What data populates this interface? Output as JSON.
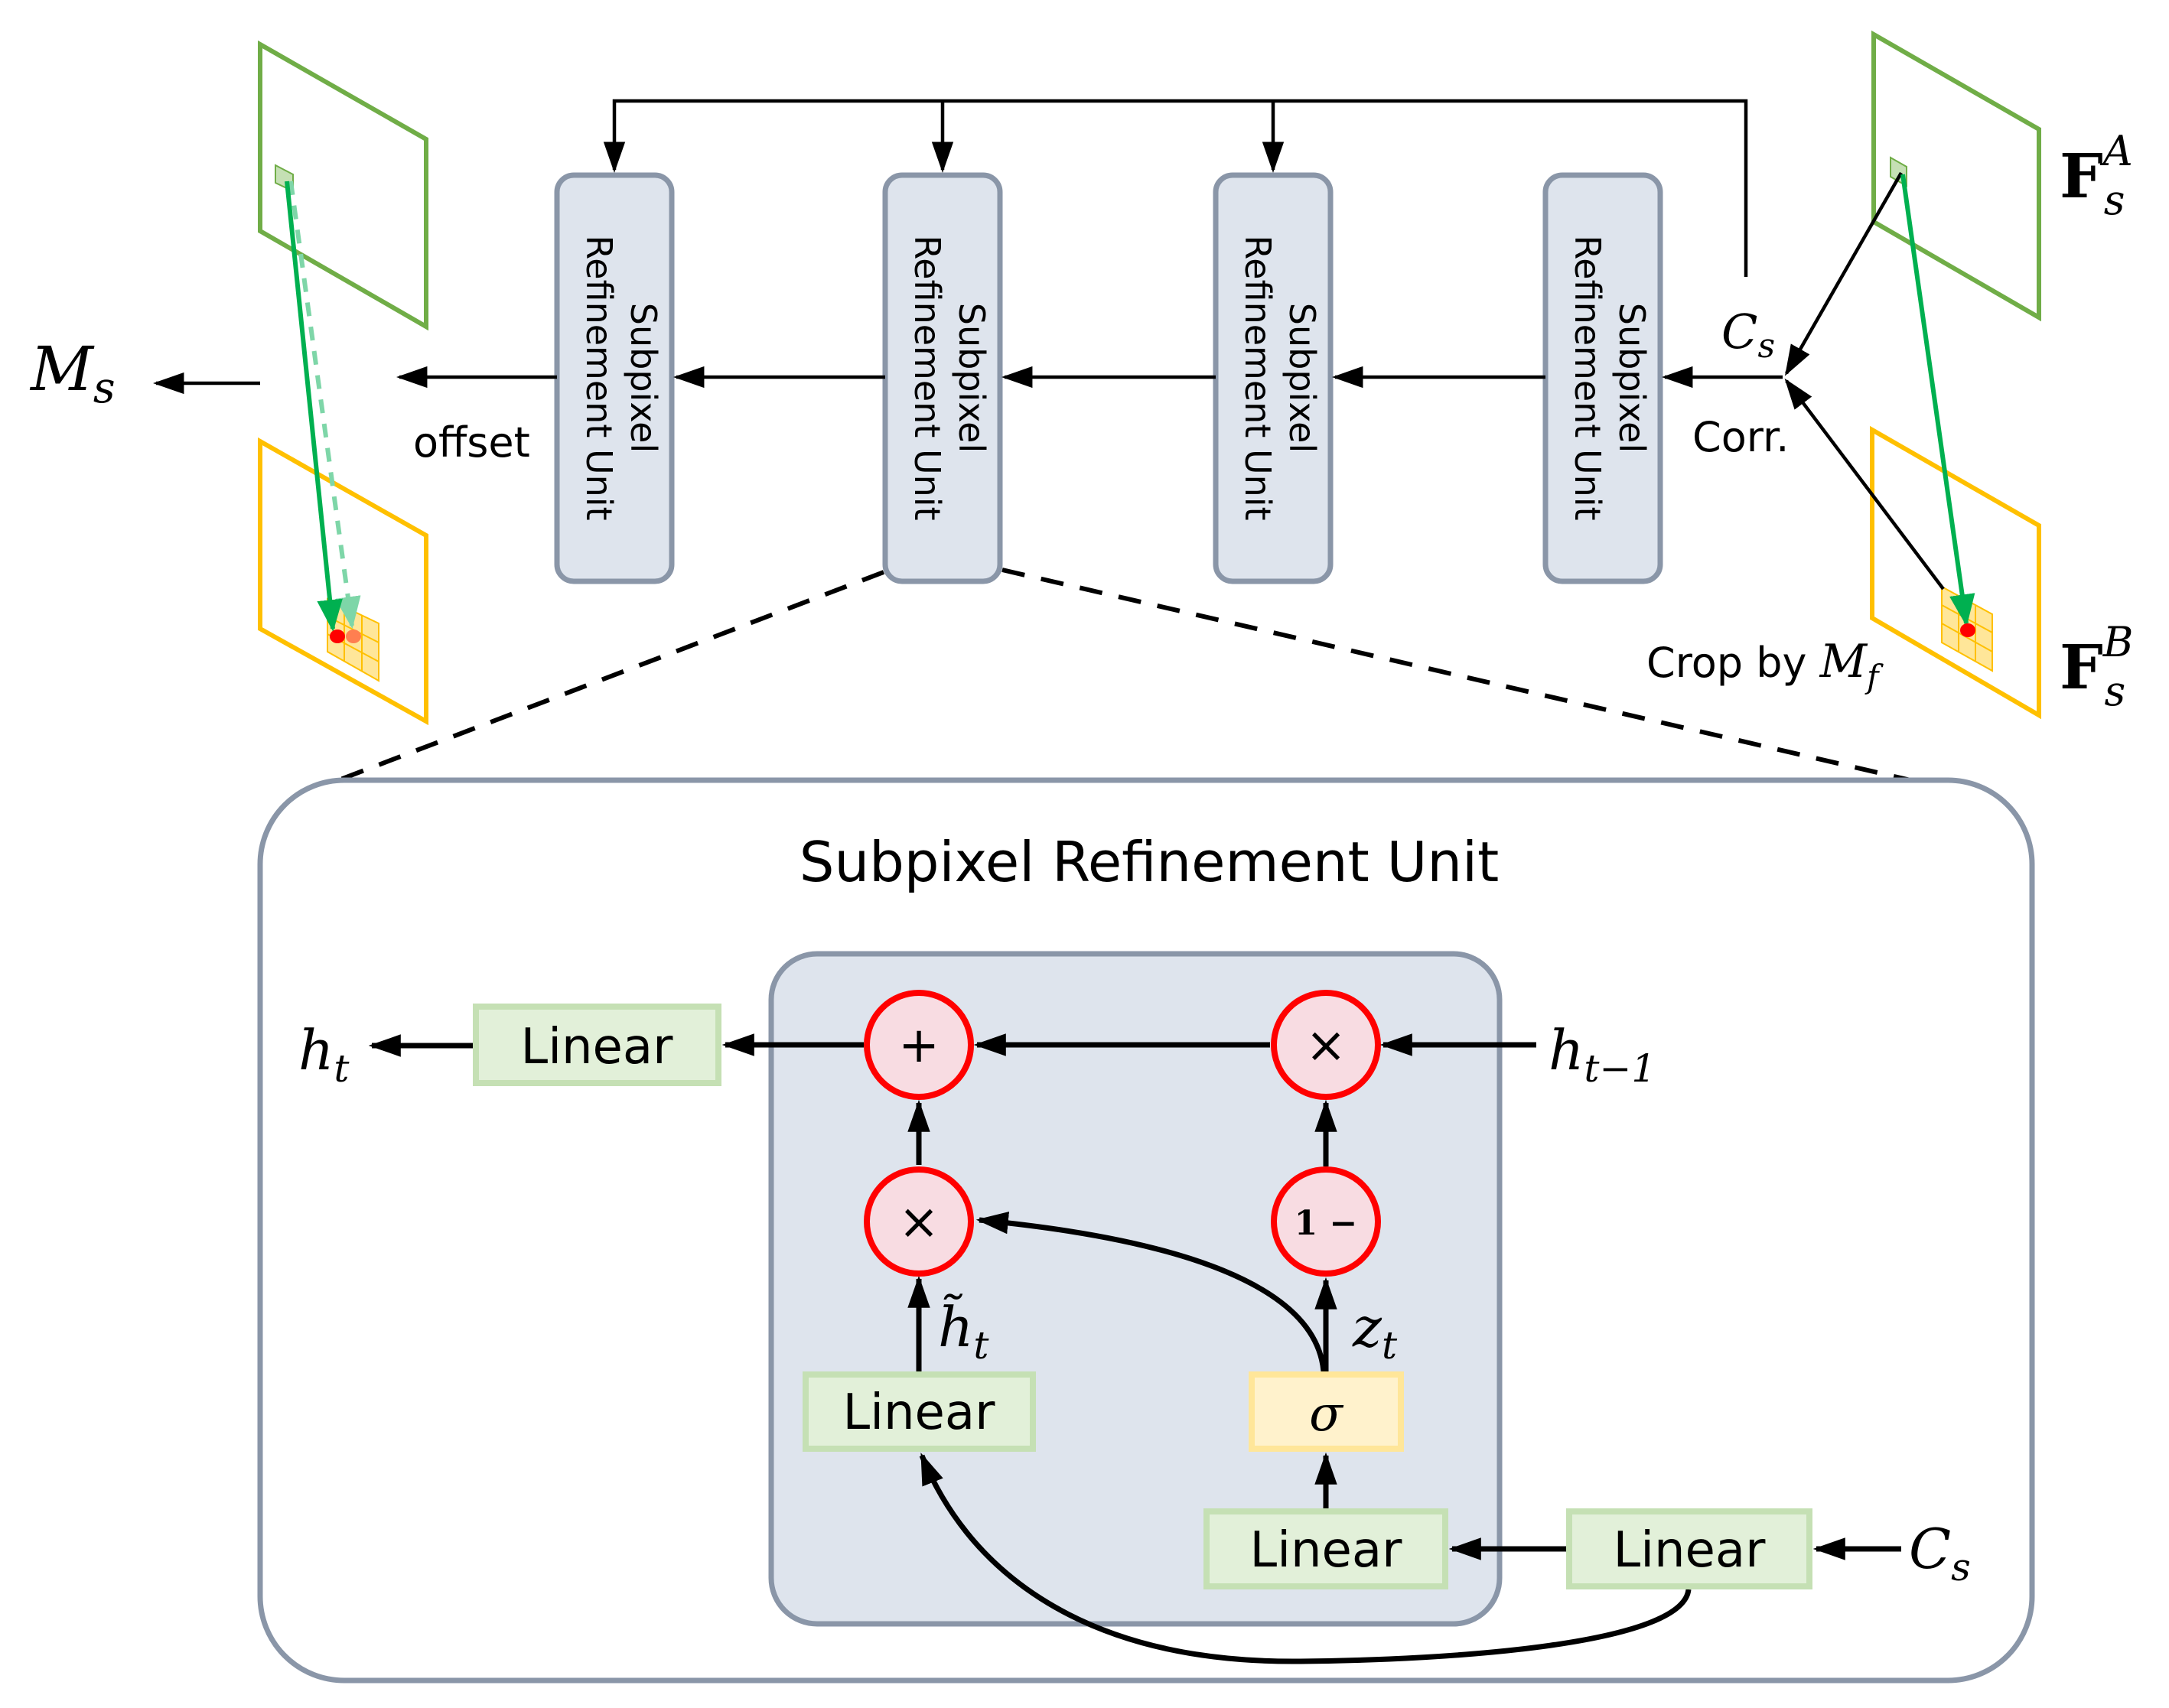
{
  "diagram": {
    "top_pipeline": {
      "units": [
        {
          "line1": "Subpixel",
          "line2": "Refinement Unit"
        },
        {
          "line1": "Subpixel",
          "line2": "Refinement Unit"
        },
        {
          "line1": "Subpixel",
          "line2": "Refinement Unit"
        },
        {
          "line1": "Subpixel",
          "line2": "Refinement Unit"
        }
      ],
      "labels": {
        "output": {
          "main": "M",
          "sub": "s"
        },
        "offset": "offset",
        "cost": {
          "main": "C",
          "sub": "s"
        },
        "corr": "Corr.",
        "crop": {
          "text": "Crop by ",
          "main": "M",
          "sub": "f"
        },
        "feature_a": {
          "main": "F",
          "sub": "s",
          "sup": "A"
        },
        "feature_b": {
          "main": "F",
          "sub": "s",
          "sup": "B"
        }
      }
    },
    "detail": {
      "title": "Subpixel Refinement Unit",
      "nodes": {
        "output_linear": "Linear",
        "candidate_linear": "Linear",
        "gate_linear": "Linear",
        "input_linear": "Linear",
        "sigmoid": "σ",
        "add_op": "+",
        "mul_top": "×",
        "mul_bottom": "×",
        "one_minus": "1 −"
      },
      "labels": {
        "h_out": {
          "main": "h",
          "sub": "t"
        },
        "h_prev": {
          "main": "h",
          "sub": "t−1"
        },
        "h_tilde": {
          "main": "h̃",
          "sub": "t"
        },
        "z": {
          "main": "z",
          "sub": "t"
        },
        "c_in": {
          "main": "C",
          "sub": "s"
        }
      }
    },
    "colors": {
      "unit_fill": "#DEE4ED",
      "unit_stroke": "#8A96A8",
      "linear_fill": "#E2F0D9",
      "linear_stroke": "#C5E0B4",
      "sigma_fill": "#FFF2CC",
      "sigma_stroke": "#FFE699",
      "op_fill": "#F8DCE2",
      "op_stroke": "#FF0000",
      "plane_a": "#70AD47",
      "plane_b": "#FFC000",
      "match_arrow": "#00B050",
      "match_arrow_light": "#7ED6A8",
      "point_red": "#FF0000",
      "point_orange": "#FF7F50"
    }
  }
}
